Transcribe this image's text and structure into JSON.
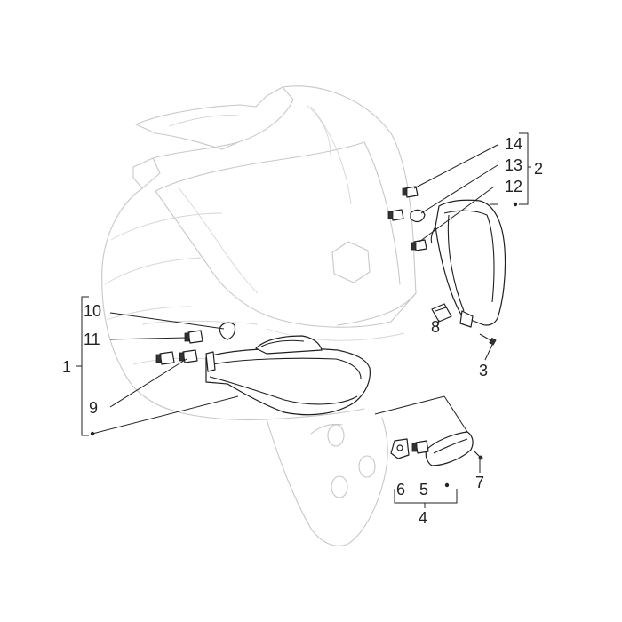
{
  "callouts": [
    {
      "id": "1",
      "label": "1"
    },
    {
      "id": "2",
      "label": "2"
    },
    {
      "id": "3",
      "label": "3"
    },
    {
      "id": "4",
      "label": "4"
    },
    {
      "id": "5",
      "label": "5"
    },
    {
      "id": "6",
      "label": "6"
    },
    {
      "id": "7",
      "label": "7"
    },
    {
      "id": "8",
      "label": "8"
    },
    {
      "id": "9",
      "label": "9"
    },
    {
      "id": "10",
      "label": "10"
    },
    {
      "id": "11",
      "label": "11"
    },
    {
      "id": "12",
      "label": "12"
    },
    {
      "id": "13",
      "label": "13"
    },
    {
      "id": "14",
      "label": "14"
    }
  ],
  "colors": {
    "line_faint": "#c8c8c8",
    "line_dark": "#1f1f1f",
    "text": "#222222"
  }
}
